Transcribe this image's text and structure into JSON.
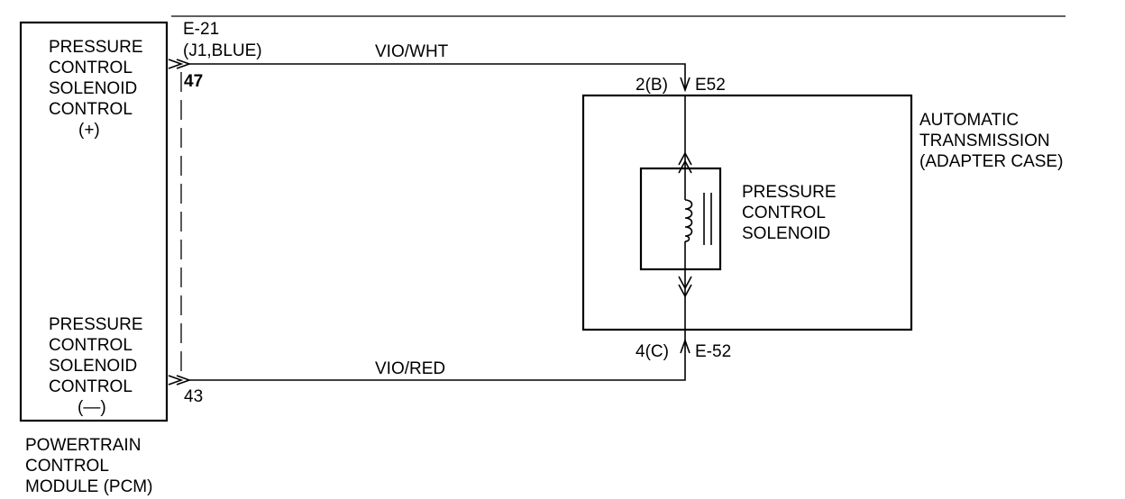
{
  "pcm": {
    "name_lines": [
      "POWERTRAIN",
      "CONTROL",
      "MODULE (PCM)"
    ],
    "top_label_lines": [
      "PRESSURE",
      "CONTROL",
      "SOLENOID",
      "CONTROL",
      "(+)"
    ],
    "bottom_label_lines": [
      "PRESSURE",
      "CONTROL",
      "SOLENOID",
      "CONTROL",
      "(—)"
    ],
    "connector_id": "E-21",
    "connector_desc": "(J1,BLUE)",
    "pin_top": "47",
    "pin_bottom": "43"
  },
  "wires": {
    "top_color": "VIO/WHT",
    "bottom_color": "VIO/RED"
  },
  "transmission": {
    "name_lines": [
      "AUTOMATIC",
      "TRANSMISSION",
      "(ADAPTER CASE)"
    ],
    "top_terminal": "2(B)",
    "top_connector": "E52",
    "bottom_terminal": "4(C)",
    "bottom_connector": "E-52"
  },
  "solenoid": {
    "label_lines": [
      "PRESSURE",
      "CONTROL",
      "SOLENOID"
    ]
  }
}
